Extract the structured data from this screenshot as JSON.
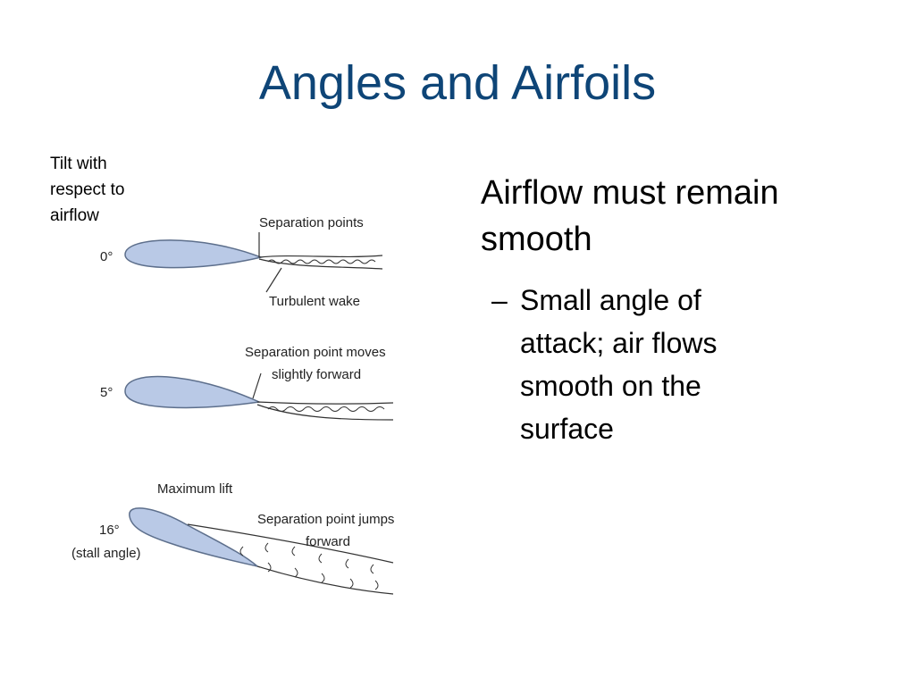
{
  "slide": {
    "title": "Angles and Airfoils",
    "side_label_lines": [
      "Tilt with",
      "respect to",
      "airflow"
    ]
  },
  "figure": {
    "panel_0": {
      "angle": "0°",
      "label_top": "Separation points",
      "label_bottom": "Turbulent wake"
    },
    "panel_5": {
      "angle": "5°",
      "label_lines": [
        "Separation point moves",
        "slightly forward"
      ]
    },
    "panel_16": {
      "angle": "16°",
      "angle_note": "(stall angle)",
      "max_lift": "Maximum lift",
      "label_lines": [
        "Separation point jumps",
        "forward"
      ]
    }
  },
  "content": {
    "main_point_lines": [
      "Airflow must remain",
      "smooth"
    ],
    "sub_bullet": "–",
    "sub_point_lines": [
      "Small angle of",
      "attack; air flows",
      "smooth on the",
      "surface"
    ]
  },
  "colors": {
    "title": "#0e4577",
    "airfoil_fill": "#b9c9e6",
    "airfoil_stroke": "#5d6f8c"
  }
}
